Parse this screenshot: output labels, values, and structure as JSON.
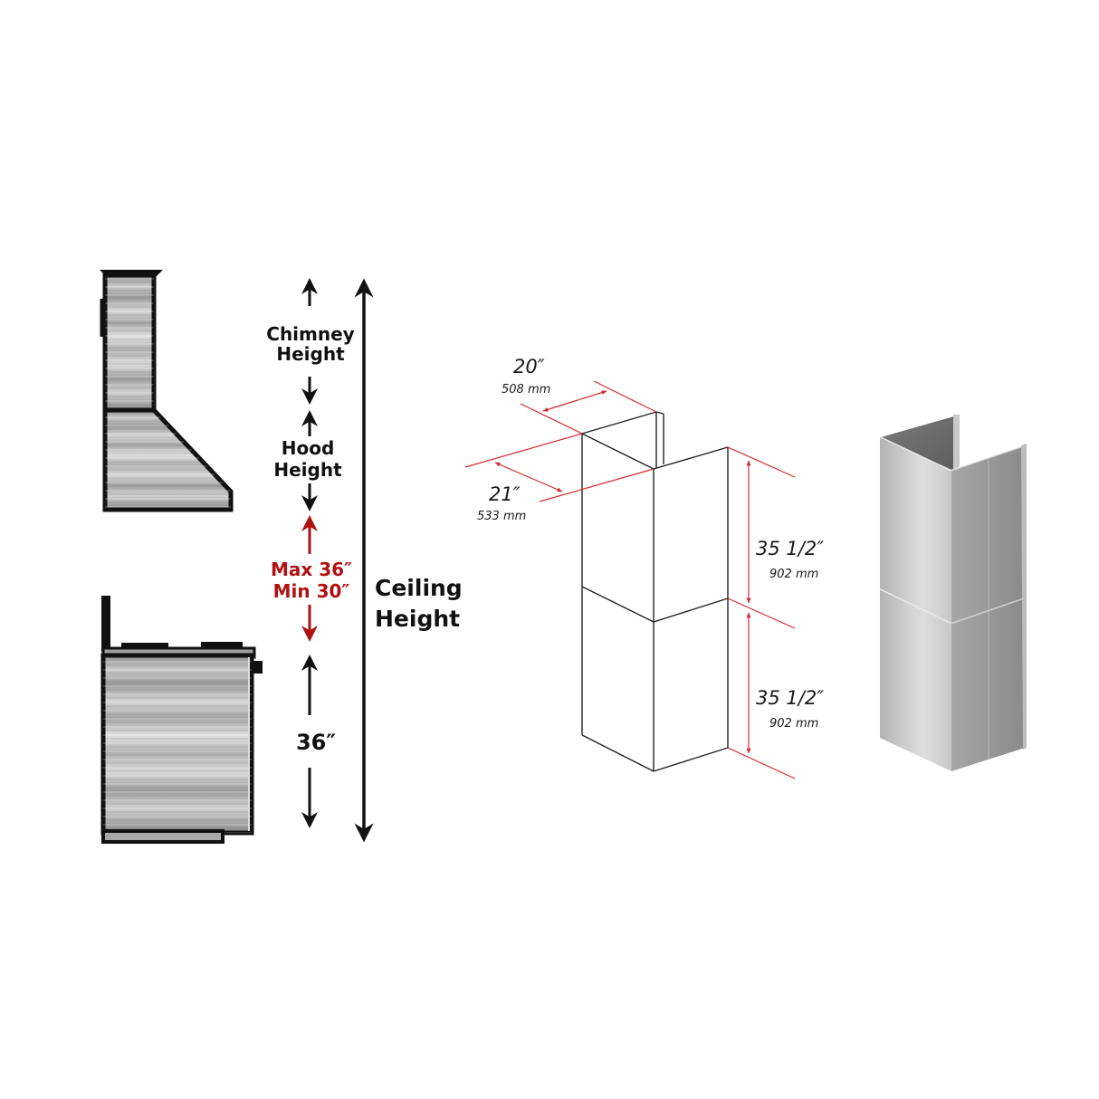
{
  "colors": {
    "background": "#ffffff",
    "outline": "#111111",
    "accent_red": "#b01010",
    "dimension_red": "#d42a2a",
    "steel_light": "#d9d9d9",
    "steel_mid": "#a8a8a8",
    "steel_dark": "#6f6f6f"
  },
  "left_diagram": {
    "chimney_label": [
      "Chimney",
      "Height"
    ],
    "hood_label": [
      "Hood",
      "Height"
    ],
    "clearance_label": [
      "Max 36″",
      "Min 30″"
    ],
    "range_label": "36″",
    "ceiling_label": [
      "Ceiling",
      "Height"
    ]
  },
  "line_drawing": {
    "width_dim": {
      "imperial": "20″",
      "metric": "508 mm"
    },
    "depth_dim": {
      "imperial": "21″",
      "metric": "533 mm"
    },
    "upper_section": {
      "imperial": "35 1/2″",
      "metric": "902 mm"
    },
    "lower_section": {
      "imperial": "35 1/2″",
      "metric": "902 mm"
    }
  },
  "product_render": {
    "description": "stainless-steel-two-piece-chimney-extension"
  }
}
